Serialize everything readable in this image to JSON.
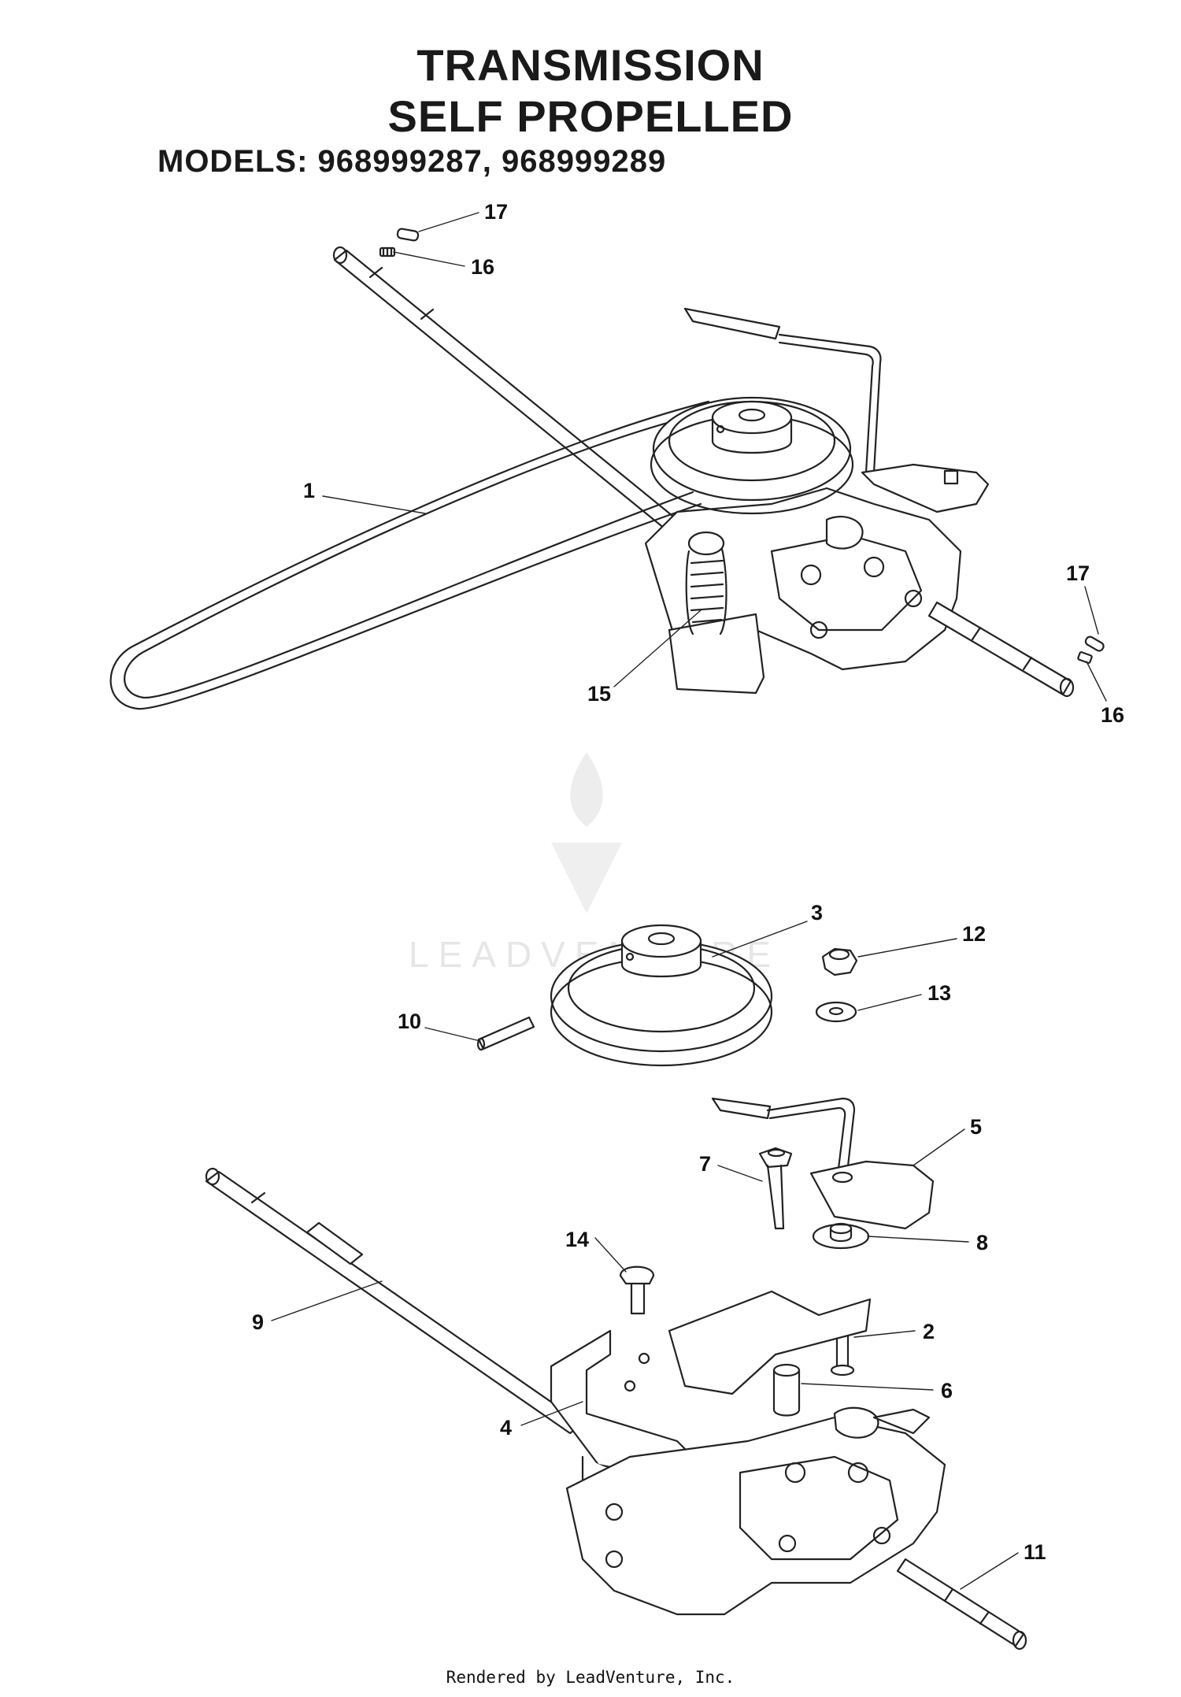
{
  "title_line1": "TRANSMISSION",
  "title_line2": "SELF PROPELLED",
  "models": "MODELS:  968999287,  968999289",
  "watermark": "LEADVENTURE",
  "footer": "Rendered by LeadVenture, Inc.",
  "callouts": {
    "c17a": "17",
    "c16a": "16",
    "c1": "1",
    "c17b": "17",
    "c15": "15",
    "c16b": "16",
    "c3": "3",
    "c12": "12",
    "c13": "13",
    "c10": "10",
    "c5": "5",
    "c7": "7",
    "c8": "8",
    "c14": "14",
    "c9": "9",
    "c2": "2",
    "c6": "6",
    "c4": "4",
    "c11": "11"
  }
}
